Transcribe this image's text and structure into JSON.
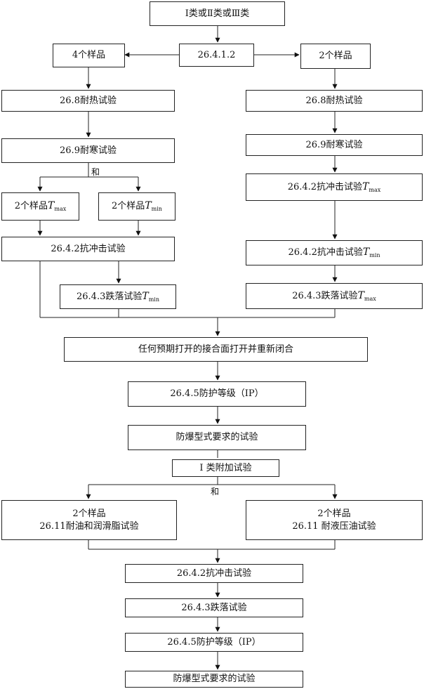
{
  "nodes": {
    "top": "Ⅰ类或Ⅱ类或Ⅲ类",
    "branch": "26.4.1.2",
    "left_samples": "4个样品",
    "right_samples": "2个样品",
    "left_heat": "26.8耐热试验",
    "right_heat": "26.8耐热试验",
    "left_cold": "26.9耐寒试验",
    "right_cold": "26.9耐寒试验",
    "and_1": "和",
    "samples_tmax": {
      "text": "2个样品",
      "sym": "T",
      "sub": "max"
    },
    "samples_tmin": {
      "text": "2个样品",
      "sym": "T",
      "sub": "min"
    },
    "right_impact_tmax": {
      "text": "26.4.2抗冲击试验",
      "sym": "T",
      "sub": "max"
    },
    "left_impact": "26.4.2抗冲击试验",
    "right_impact_tmin": {
      "text": "26.4.2抗冲击试验",
      "sym": "T",
      "sub": "min"
    },
    "left_drop": {
      "text": "26.4.3跌落试验",
      "sym": "T",
      "sub": "min"
    },
    "right_drop": {
      "text": "26.4.3跌落试验",
      "sym": "T",
      "sub": "max"
    },
    "reopen": "任何预期打开的接合面打开并重新闭合",
    "ip_1": "26.4.5防护等级（IP）",
    "explosion_1": "防爆型式要求的试验",
    "class1_extra": "Ⅰ 类附加试验",
    "and_2": "和",
    "oil_line1": "2个样品",
    "oil_line2": "26.11耐油和润滑脂试验",
    "hyd_line1": "2个样品",
    "hyd_line2": "26.11 耐液压油试验",
    "impact_2": "26.4.2抗冲击试验",
    "drop_2": "26.4.3跌落试验",
    "ip_2": "26.4.5防护等级（IP）",
    "explosion_2": "防爆型式要求的试验"
  }
}
